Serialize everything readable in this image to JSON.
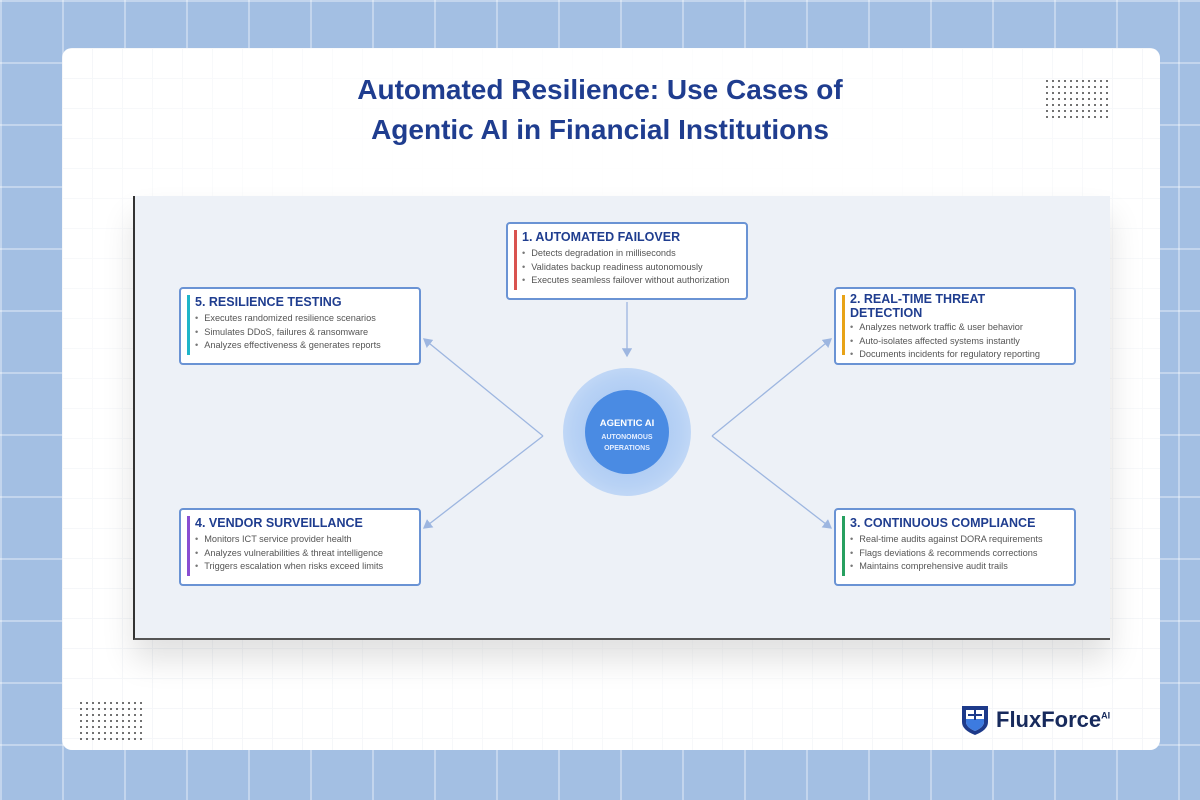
{
  "title": {
    "line1": "Automated Resilience: Use Cases of",
    "line2": "Agentic AI in Financial Institutions"
  },
  "center": {
    "title": "AGENTIC AI",
    "subtitle1": "AUTONOMOUS",
    "subtitle2": "OPERATIONS"
  },
  "boxes": [
    {
      "title": "1. AUTOMATED FAILOVER",
      "color": "#d9534f",
      "items": [
        "Detects degradation in milliseconds",
        "Validates backup readiness autonomously",
        "Executes seamless failover without authorization"
      ]
    },
    {
      "title": "2. REAL-TIME THREAT DETECTION",
      "color": "#e8a317",
      "items": [
        "Analyzes network traffic & user behavior",
        "Auto-isolates affected systems instantly",
        "Documents incidents for regulatory reporting"
      ]
    },
    {
      "title": "3. CONTINUOUS COMPLIANCE",
      "color": "#27a060",
      "items": [
        "Real-time audits against DORA requirements",
        "Flags deviations & recommends corrections",
        "Maintains comprehensive audit trails"
      ]
    },
    {
      "title": "4. VENDOR SURVEILLANCE",
      "color": "#8a4fd1",
      "items": [
        "Monitors ICT service provider health",
        "Analyzes vulnerabilities & threat intelligence",
        "Triggers escalation when risks exceed limits"
      ]
    },
    {
      "title": "5. RESILIENCE TESTING",
      "color": "#1fb5c9",
      "items": [
        "Executes randomized resilience scenarios",
        "Simulates DDoS, failures & ransomware",
        "Analyzes effectiveness & generates reports"
      ]
    }
  ],
  "logo": {
    "name": "FluxForce",
    "suffix": "AI"
  }
}
